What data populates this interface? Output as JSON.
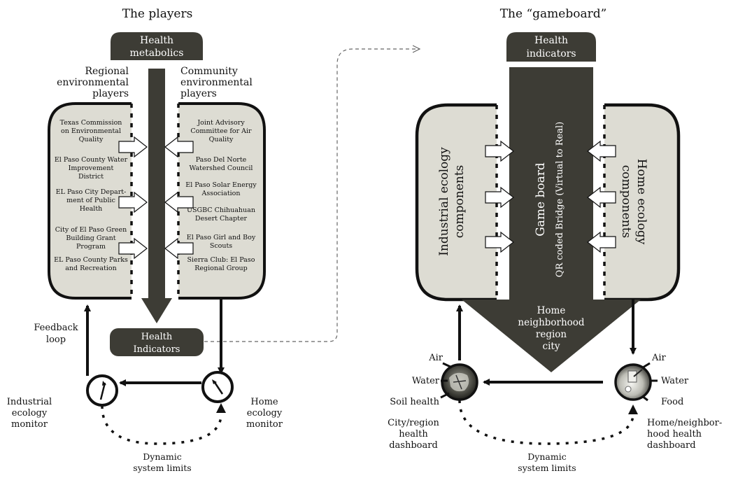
{
  "left": {
    "title": "The players",
    "health_metabolics": [
      "Health",
      "metabolics"
    ],
    "regional_label": [
      "Regional",
      "environmental",
      "players"
    ],
    "community_label": [
      "Community",
      "environmental",
      "players"
    ],
    "regional_players": [
      [
        "Texas Commission",
        "on Environmental",
        "Quality"
      ],
      [
        "El Paso County Water",
        "Improvement",
        "District"
      ],
      [
        "EL Paso City Depart-",
        "ment of Public",
        "Health"
      ],
      [
        "City of El Paso Green",
        "Building Grant",
        "Program"
      ],
      [
        "EL Paso County Parks",
        "and Recreation"
      ]
    ],
    "community_players": [
      [
        "Joint Advisory",
        "Committee for  Air",
        "Quality"
      ],
      [
        "Paso Del Norte",
        "Watershed Council"
      ],
      [
        "El Paso Solar Energy",
        "Association"
      ],
      [
        "USGBC Chihuahuan",
        "Desert Chapter"
      ],
      [
        "El Paso Girl and Boy",
        "Scouts"
      ],
      [
        "Sierra Club: El Paso",
        "Regional Group"
      ]
    ],
    "health_indicators": [
      "Health",
      "Indicators"
    ],
    "feedback_loop": [
      "Feedback",
      "loop"
    ],
    "industrial_monitor": [
      "Industrial",
      "ecology",
      "monitor"
    ],
    "home_monitor": [
      "Home",
      "ecology",
      "monitor"
    ],
    "dynamic_limits": [
      "Dynamic",
      "system limits"
    ]
  },
  "right": {
    "title": "The “gameboard”",
    "health_indicators": [
      "Health",
      "indicators"
    ],
    "industrial_components": [
      "Industrial ecology",
      "components"
    ],
    "home_components": [
      "Home ecology",
      "components"
    ],
    "game_board": "Game board",
    "qr_bridge": "QR coded Bridge (Virtual to Real)",
    "scale_labels": [
      "Home",
      "neighborhood",
      "region",
      "city"
    ],
    "city_dashboard_metrics": [
      "Air",
      "Water",
      "Soil health"
    ],
    "city_dashboard": [
      "City/region",
      "health",
      "dashboard"
    ],
    "home_dashboard_metrics": [
      "Air",
      "Water",
      "Food"
    ],
    "home_dashboard": [
      "Home/neighbor-",
      "hood health",
      "dashboard"
    ],
    "dynamic_limits": [
      "Dynamic",
      "system limits"
    ]
  },
  "colors": {
    "dark_band": "#3d3c35",
    "panel_fill": "#dddcd3",
    "line": "#111111"
  }
}
